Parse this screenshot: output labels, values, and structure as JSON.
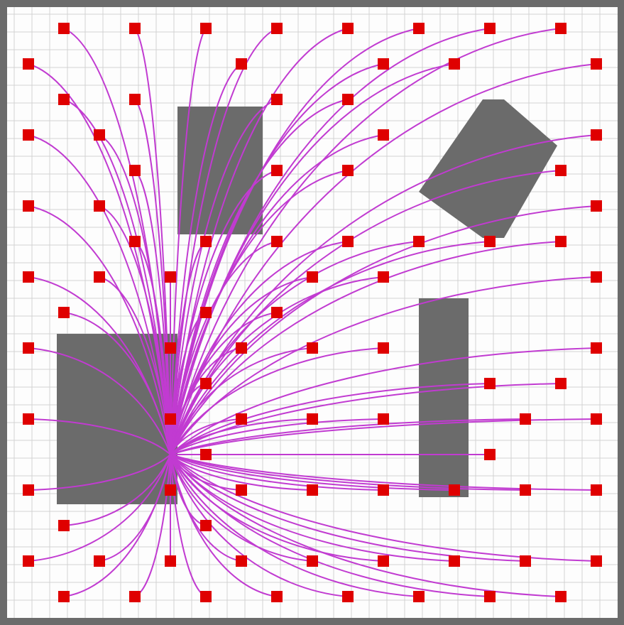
{
  "colors": {
    "frame": "#6b6b6b",
    "background": "#fdfdfd",
    "grid": "#d2d2d2",
    "obstacle": "#6b6b6b",
    "path": "#c13bd1",
    "waypoint": "#df0000"
  },
  "map": {
    "grid_cells": 17,
    "start_cell": [
      5,
      12
    ],
    "obstacles": [
      {
        "shape": "rectangle",
        "cells": [
          4.2,
          2.2,
          6.6,
          5.8
        ]
      },
      {
        "shape": "rectangle",
        "cells": [
          0.8,
          8.6,
          4.2,
          13.4
        ]
      },
      {
        "shape": "rectangle",
        "cells": [
          11,
          7.6,
          12.4,
          13.2
        ]
      },
      {
        "shape": "diamond",
        "cells": [
          [
            12.8,
            2
          ],
          [
            13.4,
            2
          ],
          [
            14.9,
            3.3
          ],
          [
            13.4,
            5.9
          ],
          [
            12.8,
            5.9
          ],
          [
            11,
            4.6
          ]
        ]
      }
    ],
    "waypoints": [
      [
        1,
        0
      ],
      [
        3,
        0
      ],
      [
        5,
        0
      ],
      [
        7,
        0
      ],
      [
        9,
        0
      ],
      [
        11,
        0
      ],
      [
        13,
        0
      ],
      [
        15,
        0
      ],
      [
        0,
        1
      ],
      [
        6,
        1
      ],
      [
        10,
        1
      ],
      [
        12,
        1
      ],
      [
        16,
        1
      ],
      [
        1,
        2
      ],
      [
        3,
        2
      ],
      [
        7,
        2
      ],
      [
        9,
        2
      ],
      [
        0,
        3
      ],
      [
        2,
        3
      ],
      [
        10,
        3
      ],
      [
        16,
        3
      ],
      [
        3,
        4
      ],
      [
        7,
        4
      ],
      [
        9,
        4
      ],
      [
        15,
        4
      ],
      [
        0,
        5
      ],
      [
        2,
        5
      ],
      [
        16,
        5
      ],
      [
        3,
        6
      ],
      [
        5,
        6
      ],
      [
        7,
        6
      ],
      [
        9,
        6
      ],
      [
        11,
        6
      ],
      [
        13,
        6
      ],
      [
        15,
        6
      ],
      [
        0,
        7
      ],
      [
        2,
        7
      ],
      [
        4,
        7
      ],
      [
        8,
        7
      ],
      [
        10,
        7
      ],
      [
        16,
        7
      ],
      [
        1,
        8
      ],
      [
        5,
        8
      ],
      [
        7,
        8
      ],
      [
        0,
        9
      ],
      [
        4,
        9
      ],
      [
        6,
        9
      ],
      [
        8,
        9
      ],
      [
        10,
        9
      ],
      [
        16,
        9
      ],
      [
        5,
        10
      ],
      [
        13,
        10
      ],
      [
        15,
        10
      ],
      [
        0,
        11
      ],
      [
        4,
        11
      ],
      [
        6,
        11
      ],
      [
        8,
        11
      ],
      [
        10,
        11
      ],
      [
        14,
        11
      ],
      [
        16,
        11
      ],
      [
        5,
        12
      ],
      [
        13,
        12
      ],
      [
        0,
        13
      ],
      [
        4,
        13
      ],
      [
        6,
        13
      ],
      [
        8,
        13
      ],
      [
        10,
        13
      ],
      [
        12,
        13
      ],
      [
        14,
        13
      ],
      [
        16,
        13
      ],
      [
        1,
        14
      ],
      [
        5,
        14
      ],
      [
        0,
        15
      ],
      [
        2,
        15
      ],
      [
        4,
        15
      ],
      [
        6,
        15
      ],
      [
        8,
        15
      ],
      [
        10,
        15
      ],
      [
        12,
        15
      ],
      [
        14,
        15
      ],
      [
        16,
        15
      ],
      [
        1,
        16
      ],
      [
        3,
        16
      ],
      [
        5,
        16
      ],
      [
        7,
        16
      ],
      [
        9,
        16
      ],
      [
        11,
        16
      ],
      [
        13,
        16
      ],
      [
        15,
        16
      ]
    ]
  }
}
